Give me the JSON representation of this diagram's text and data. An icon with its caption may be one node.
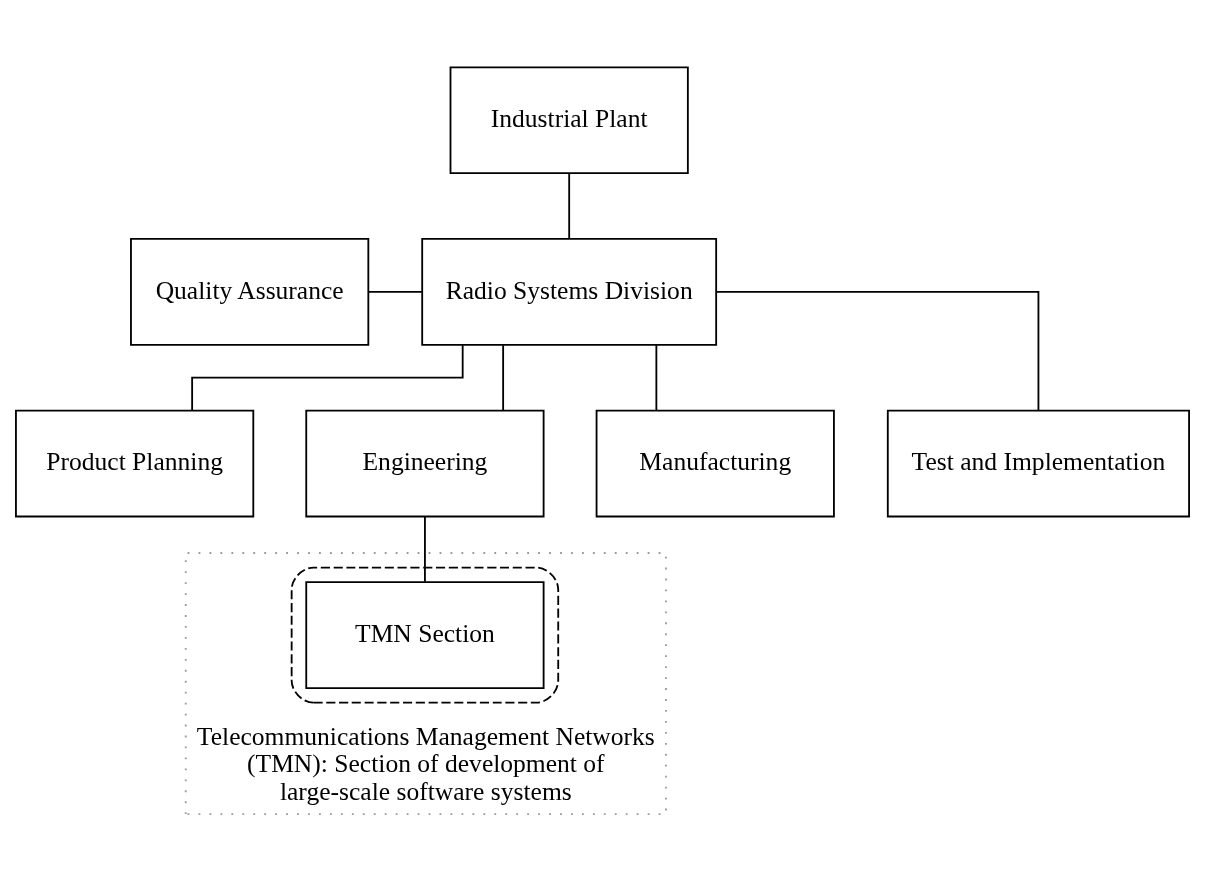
{
  "diagram": {
    "nodes": [
      {
        "text": [
          "Industrial Plant"
        ]
      },
      {
        "text": [
          "Quality Assurance"
        ]
      },
      {
        "text": [
          "Radio Systems Division"
        ]
      },
      {
        "text": [
          "Product Planning"
        ]
      },
      {
        "text": [
          "Engineering"
        ]
      },
      {
        "text": [
          "Manufacturing"
        ]
      },
      {
        "text": [
          "Test and Implementation"
        ]
      },
      {
        "text": [
          "Telecommunications Management Networks (TMN): Section of development of large-scale software systems"
        ]
      },
      {
        "text": [],
        "shape": "ellipse",
        "in": 7
      },
      {
        "text": [
          "TMN Section"
        ],
        "in": 8
      }
    ],
    "edges": [
      {
        "from": 0,
        "to": 2,
        "arrow": "none"
      },
      {
        "from": 1,
        "to": 2,
        "arrow": "none"
      },
      {
        "from": 2,
        "to": 3,
        "arrow": "none"
      },
      {
        "from": 2,
        "to": 4,
        "arrow": "none"
      },
      {
        "from": 2,
        "to": 5,
        "arrow": "none"
      },
      {
        "from": 2,
        "to": 6,
        "arrow": "none"
      },
      {
        "from": 4,
        "to": 9,
        "arrow": "none"
      }
    ]
  }
}
